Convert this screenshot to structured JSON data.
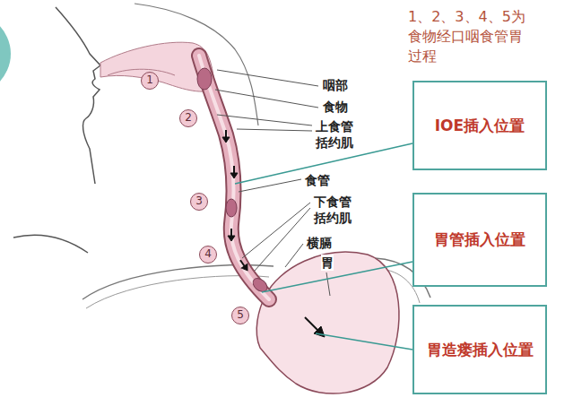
{
  "diagram": {
    "nodes": [
      {
        "text": [
          "1"
        ]
      },
      {
        "text": [
          "2"
        ]
      },
      {
        "text": [
          "3"
        ]
      },
      {
        "text": [
          "4"
        ]
      },
      {
        "text": [
          "5"
        ]
      },
      {
        "text": [
          "IOE插入位置"
        ]
      },
      {
        "text": [
          "胃管插入位置"
        ]
      },
      {
        "text": [
          "胃造瘘插入位置"
        ]
      }
    ],
    "labels": [
      "1、2、3、4、5为食物经口咽食管胃过程",
      "咽部",
      "食物",
      "上食管括约肌",
      "食管",
      "下食管括约肌",
      "横膈",
      "胃"
    ]
  }
}
